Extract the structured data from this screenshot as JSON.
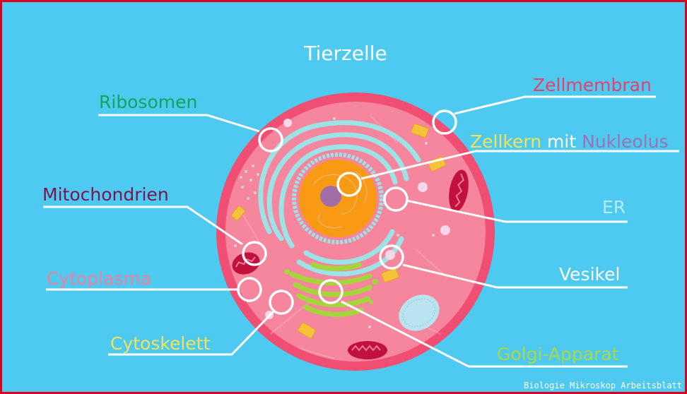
{
  "title": "Tierzelle",
  "colors": {
    "background": "#4ec9f0",
    "border": "#d8001a",
    "cell_membrane": "#f04e72",
    "cytoplasm": "#f6869e",
    "er": "#9be3e6",
    "nucleus": "#f89a14",
    "nucleolus": "#a36ea8",
    "golgi": "#a4d63b",
    "mitochondria": "#c0113f",
    "marker": "#ffffff"
  },
  "labels": {
    "ribosomen": {
      "text": "Ribosomen",
      "color": "#16a35a"
    },
    "zellmembran": {
      "text": "Zellmembran",
      "color": "#e8416b"
    },
    "zellkern": {
      "text": "Zellkern",
      "color": "#f3e25a"
    },
    "mit": {
      "text": "mit",
      "color": "#ffffff"
    },
    "nukleolus": {
      "text": "Nukleolus",
      "color": "#9b72b8"
    },
    "mitochondrien": {
      "text": "Mitochondrien",
      "color": "#7a1654"
    },
    "er": {
      "text": "ER",
      "color": "#b7ecef"
    },
    "cytoplasma": {
      "text": "Cytoplasma",
      "color": "#f27ea0"
    },
    "vesikel": {
      "text": "Vesikel",
      "color": "#ffffff"
    },
    "cytoskelett": {
      "text": "Cytoskelett",
      "color": "#f3e35c"
    },
    "golgi": {
      "text": "Golgi-Apparat",
      "color": "#a8d84a"
    }
  },
  "watermark": "Biologie Mikroskop Arbeitsblatt"
}
